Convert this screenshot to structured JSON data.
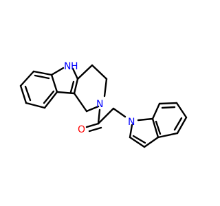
{
  "colors": {
    "nitrogen": "#0000ff",
    "oxygen": "#ff0000",
    "carbon_bond": "#000000",
    "background": "#ffffff"
  },
  "atoms": {
    "indole_nh": "N",
    "indole_h": "H",
    "ring_n": "N",
    "carbonyl_o": "O",
    "pendant_indole_n": "N"
  }
}
